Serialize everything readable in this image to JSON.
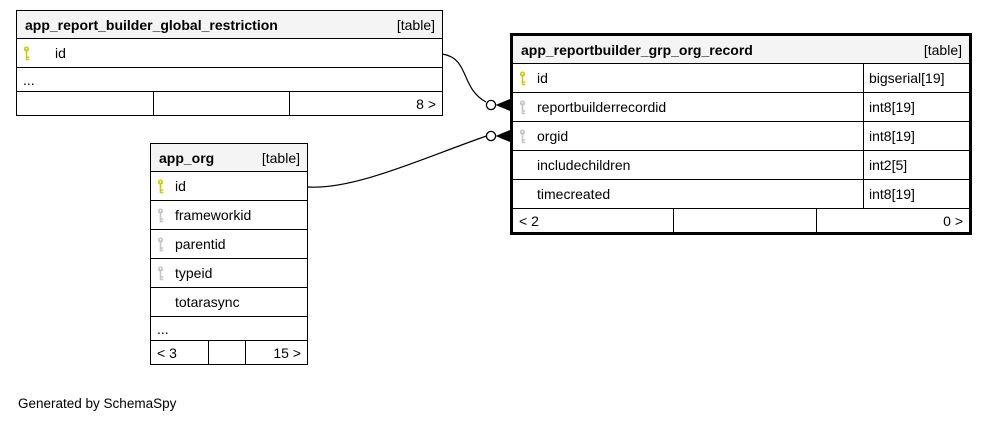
{
  "credit": "Generated by SchemaSpy",
  "colors": {
    "primary_key": "#cccc00",
    "foreign_key": "#c4c4c4",
    "header_bg": "#f4f4f4",
    "border": "#000000",
    "row_bg": "#ffffff"
  },
  "tables": [
    {
      "title": "app_report_builder_global_restriction",
      "badge": "[table]",
      "fields": [
        {
          "name": "id",
          "key": "primary"
        }
      ],
      "ellipsis": "...",
      "footer": {
        "left": "",
        "middle": "",
        "right": "8 >"
      }
    },
    {
      "title": "app_reportbuilder_grp_org_record",
      "badge": "[table]",
      "fields": [
        {
          "name": "id",
          "type": "bigserial[19]",
          "key": "primary"
        },
        {
          "name": "reportbuilderrecordid",
          "type": "int8[19]",
          "key": "foreign"
        },
        {
          "name": "orgid",
          "type": "int8[19]",
          "key": "foreign"
        },
        {
          "name": "includechildren",
          "type": "int2[5]",
          "key": "none"
        },
        {
          "name": "timecreated",
          "type": "int8[19]",
          "key": "none"
        }
      ],
      "footer": {
        "left": "< 2",
        "middle": "",
        "right": "0 >"
      }
    },
    {
      "title": "app_org",
      "badge": "[table]",
      "fields": [
        {
          "name": "id",
          "key": "primary"
        },
        {
          "name": "frameworkid",
          "key": "foreign"
        },
        {
          "name": "parentid",
          "key": "foreign"
        },
        {
          "name": "typeid",
          "key": "foreign"
        },
        {
          "name": "totarasync",
          "key": "none"
        }
      ],
      "ellipsis": "...",
      "footer": {
        "left": "< 3",
        "middle": "",
        "right": "15 >"
      }
    }
  ],
  "relationships": [
    {
      "from": "app_report_builder_global_restriction.id",
      "to": "app_reportbuilder_grp_org_record.reportbuilderrecordid"
    },
    {
      "from": "app_org.id",
      "to": "app_reportbuilder_grp_org_record.orgid"
    }
  ]
}
